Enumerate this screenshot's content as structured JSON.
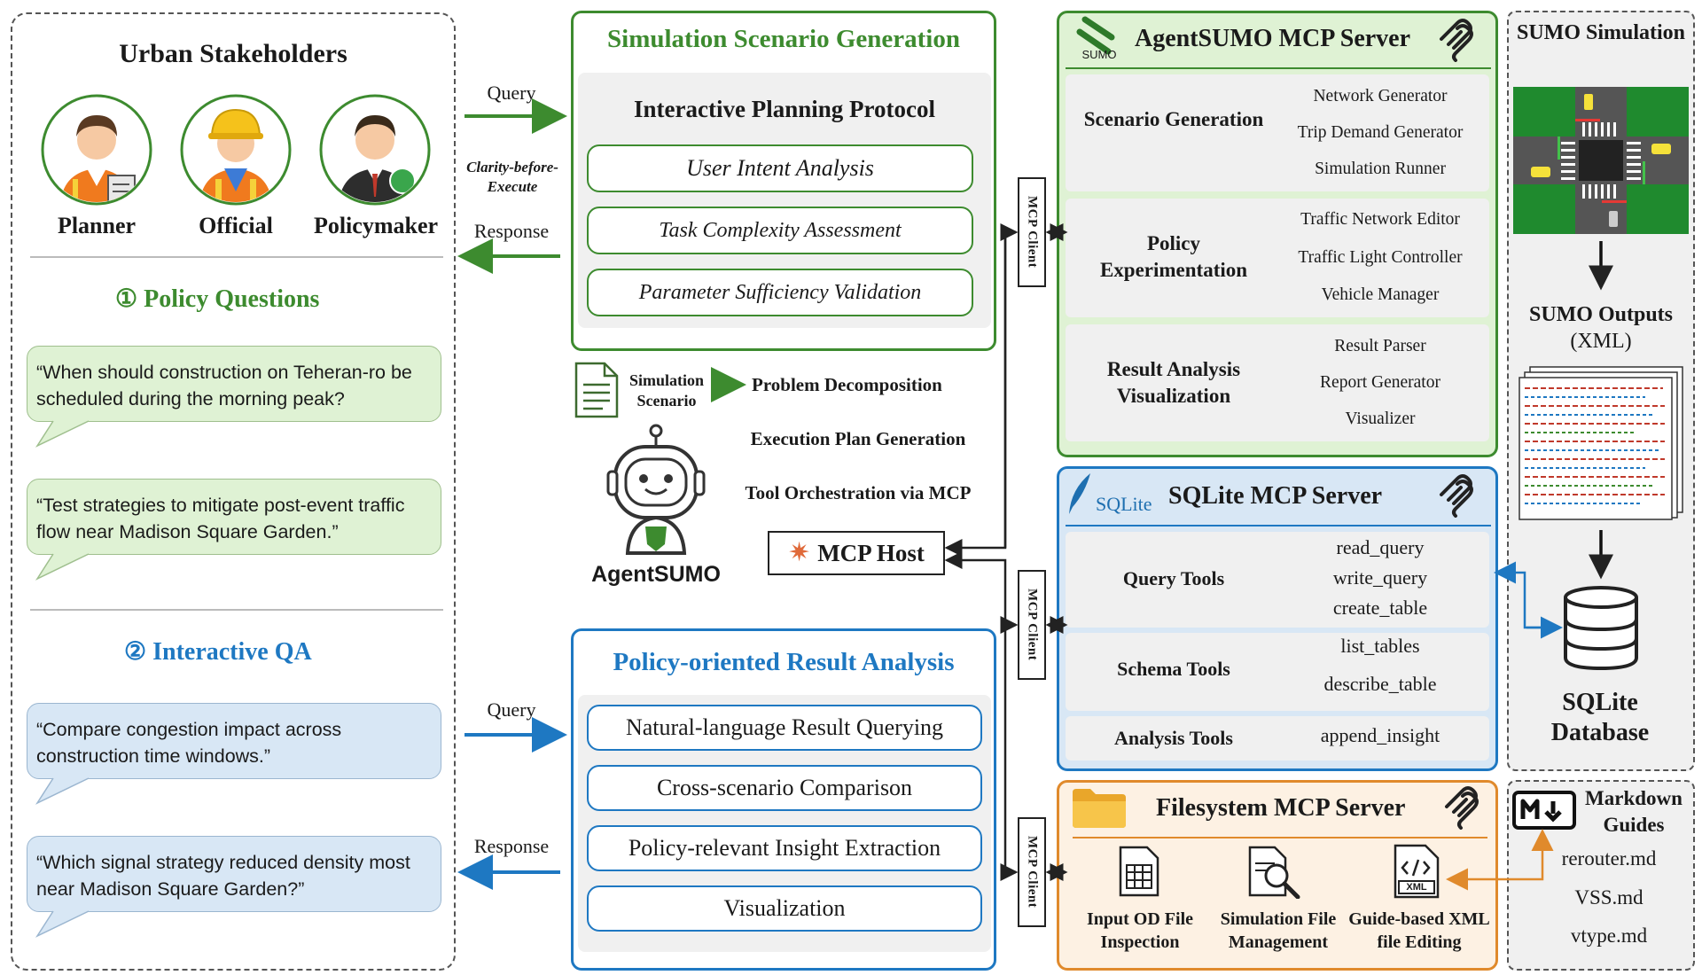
{
  "stakeholders": {
    "title": "Urban Stakeholders",
    "people": [
      {
        "label": "Planner",
        "icon": "planner-avatar-icon"
      },
      {
        "label": "Official",
        "icon": "official-avatar-icon"
      },
      {
        "label": "Policymaker",
        "icon": "policymaker-avatar-icon"
      }
    ],
    "policy_questions": {
      "number": "①",
      "title": "Policy Questions",
      "items": [
        "“When should construction on Teheran-ro be scheduled during the morning peak?",
        "“Test strategies to mitigate post-event traffic flow near Madison Square Garden.”"
      ]
    },
    "interactive_qa": {
      "number": "②",
      "title": "Interactive QA",
      "items": [
        "“Compare congestion impact across construction time windows.”",
        "“Which signal strategy reduced density most near Madison Square Garden?”"
      ]
    }
  },
  "flows": {
    "top_query": "Query",
    "clarity": "Clarity-before-Execute",
    "top_response": "Response",
    "bottom_query": "Query",
    "bottom_response": "Response"
  },
  "scenario_generation": {
    "title": "Simulation Scenario Generation",
    "protocol_title": "Interactive Planning Protocol",
    "steps": [
      "User Intent Analysis",
      "Task Complexity Assessment",
      "Parameter Sufficiency Validation"
    ]
  },
  "agent": {
    "doc_label": "Simulation Scenario",
    "name": "AgentSUMO",
    "steps": [
      "Problem Decomposition",
      "Execution Plan Generation",
      "Tool Orchestration via MCP"
    ],
    "host": "MCP Host",
    "mcp_client_label": "MCP Client"
  },
  "result_analysis": {
    "title": "Policy-oriented Result Analysis",
    "steps": [
      "Natural-language Result Querying",
      "Cross-scenario Comparison",
      "Policy-relevant Insight Extraction",
      "Visualization"
    ]
  },
  "agentsumo_server": {
    "logo_text": "SUMO",
    "title": "AgentSUMO MCP Server",
    "rows": [
      {
        "name": "Scenario Generation",
        "tools": [
          "Network Generator",
          "Trip Demand Generator",
          "Simulation Runner"
        ]
      },
      {
        "name": "Policy Experimentation",
        "tools": [
          "Traffic Network Editor",
          "Traffic Light Controller",
          "Vehicle Manager"
        ]
      },
      {
        "name": "Result Analysis Visualization",
        "tools": [
          "Result Parser",
          "Report Generator",
          "Visualizer"
        ]
      }
    ]
  },
  "sqlite_server": {
    "logo_text": "SQLite",
    "title": "SQLite MCP Server",
    "rows": [
      {
        "name": "Query Tools",
        "tools": [
          "read_query",
          "write_query",
          "create_table"
        ]
      },
      {
        "name": "Schema Tools",
        "tools": [
          "list_tables",
          "describe_table"
        ]
      },
      {
        "name": "Analysis Tools",
        "tools": [
          "append_insight"
        ]
      }
    ]
  },
  "filesystem_server": {
    "title": "Filesystem MCP Server",
    "tools": [
      "Input OD File Inspection",
      "Simulation File Management",
      "Guide-based XML file Editing"
    ],
    "xml_badge": "XML"
  },
  "sumo_panel": {
    "title": "SUMO Simulation",
    "outputs_title": "SUMO Outputs",
    "outputs_sub": "(XML)",
    "db_title": "SQLite Database"
  },
  "markdown": {
    "title": "Markdown Guides",
    "files": [
      "rerouter.md",
      "VSS.md",
      "vtype.md"
    ]
  },
  "colors": {
    "green": "#3d8b2f",
    "green_light": "#dff2d4",
    "blue": "#1e78c2",
    "blue_light": "#d8e7f5",
    "orange": "#e08a2c",
    "orange_light": "#fdf1e3"
  }
}
